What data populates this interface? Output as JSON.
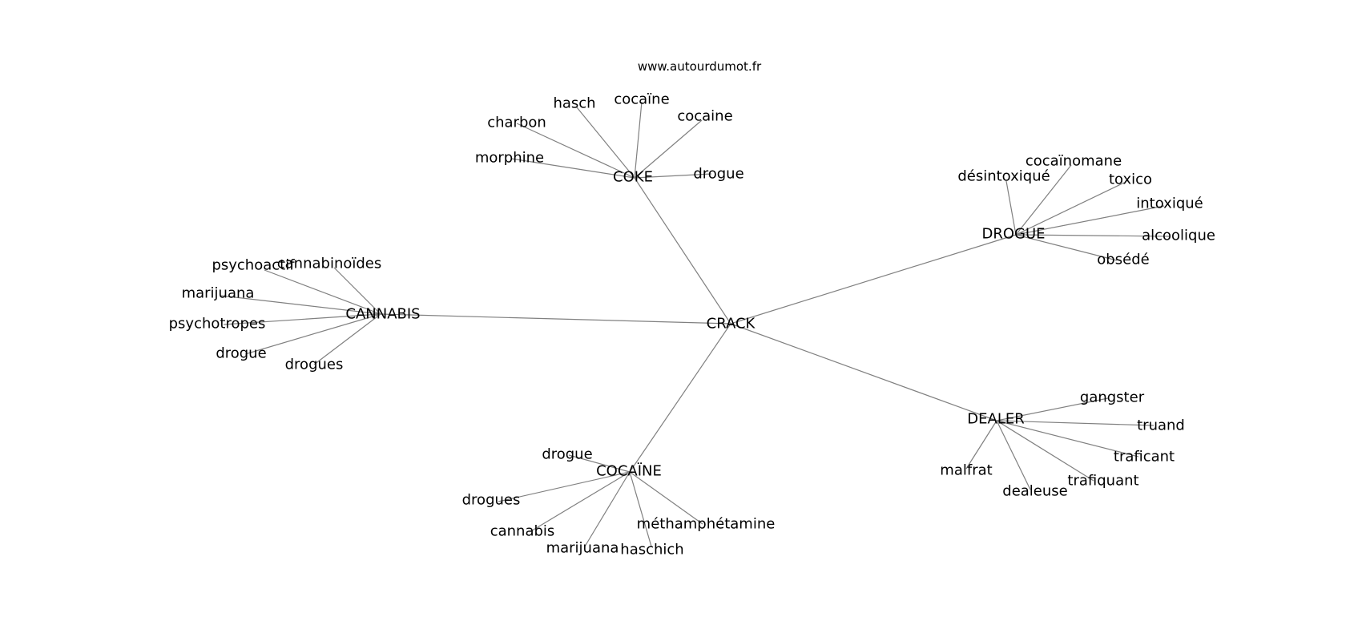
{
  "website": "www.autourdumot.fr",
  "center": "CRACK",
  "clusters": [
    {
      "hub": "COKE",
      "words": [
        "hasch",
        "cocaïne",
        "cocaine",
        "charbon",
        "morphine",
        "drogue"
      ]
    },
    {
      "hub": "DROGUE",
      "words": [
        "cocaïnomane",
        "désintoxiqué",
        "toxico",
        "intoxiqué",
        "alcoolique",
        "obsédé"
      ]
    },
    {
      "hub": "CANNABIS",
      "words": [
        "psychoactif",
        "cannabinoïdes",
        "marijuana",
        "psychotropes",
        "drogue",
        "drogues"
      ]
    },
    {
      "hub": "DEALER",
      "words": [
        "gangster",
        "truand",
        "traficant",
        "trafiquant",
        "dealeuse",
        "malfrat"
      ]
    },
    {
      "hub": "COCAÏNE",
      "words": [
        "drogue",
        "drogues",
        "cannabis",
        "marijuana",
        "haschich",
        "méthamphétamine"
      ]
    }
  ]
}
